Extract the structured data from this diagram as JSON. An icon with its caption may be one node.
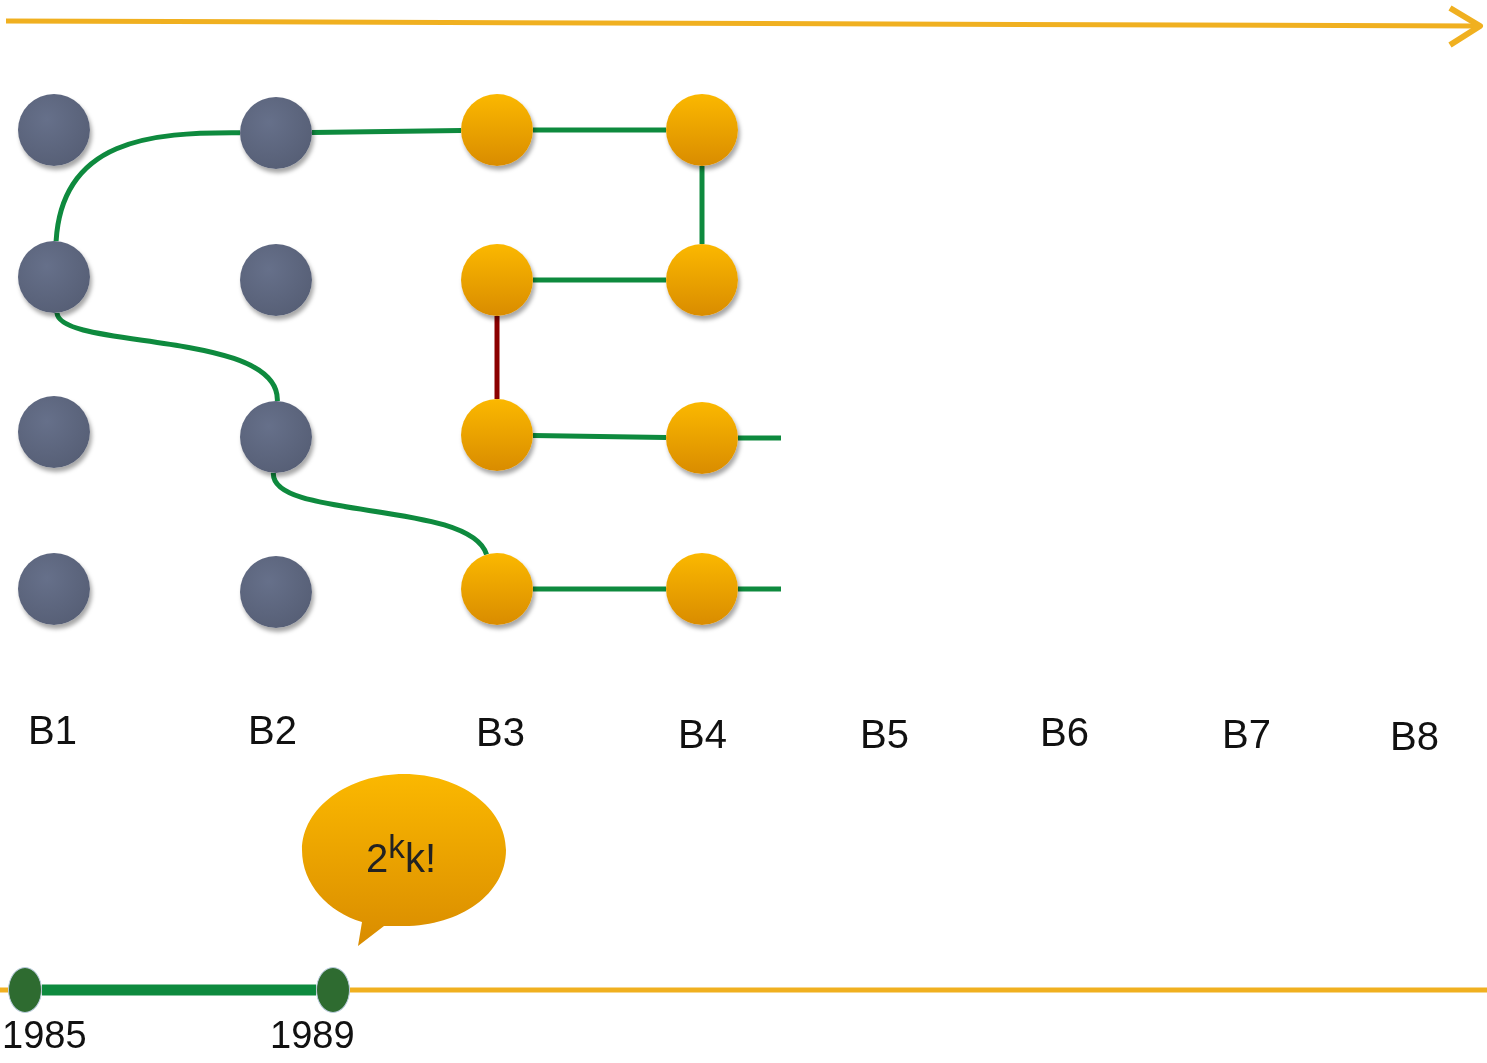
{
  "diagram": {
    "nodes": [
      {
        "text": [],
        "shape": "circle"
      },
      {
        "text": [],
        "shape": "circle"
      },
      {
        "text": [],
        "shape": "circle"
      },
      {
        "text": [],
        "shape": "circle"
      },
      {
        "text": [],
        "shape": "circle"
      },
      {
        "text": [],
        "shape": "circle"
      },
      {
        "text": [],
        "shape": "circle"
      },
      {
        "text": [],
        "shape": "circle"
      },
      {
        "text": [],
        "shape": "circle"
      },
      {
        "text": [],
        "shape": "circle"
      },
      {
        "text": [],
        "shape": "circle"
      },
      {
        "text": [],
        "shape": "circle"
      },
      {
        "text": [],
        "shape": "circle"
      },
      {
        "text": [],
        "shape": "circle"
      },
      {
        "text": [],
        "shape": "circle"
      },
      {
        "text": [],
        "shape": "circle"
      },
      {
        "text": [
          "2$^{k}$k!"
        ]
      },
      {
        "text": [],
        "shape": "circle",
        "beside": [
          "1985"
        ]
      },
      {
        "text": [],
        "shape": "circle",
        "beside": [
          "1989"
        ]
      }
    ],
    "edges": [
      {
        "from": 1,
        "to": 4,
        "arrow": "none"
      },
      {
        "from": 4,
        "to": 8,
        "arrow": "none"
      },
      {
        "from": 8,
        "to": 12,
        "arrow": "none"
      },
      {
        "from": 12,
        "to": 13,
        "arrow": "none"
      },
      {
        "from": 13,
        "to": 9,
        "arrow": "none"
      },
      {
        "from": 9,
        "to": 10,
        "arrow": "none",
        "color": "#8b0000"
      },
      {
        "from": 10,
        "to": 14,
        "arrow": "none"
      },
      {
        "from": 14,
        "to": null,
        "arrow": "none"
      },
      {
        "from": 1,
        "to": 6,
        "arrow": "none"
      },
      {
        "from": 6,
        "to": 11,
        "arrow": "none"
      },
      {
        "from": 11,
        "to": 15,
        "arrow": "none"
      },
      {
        "from": 15,
        "to": null,
        "arrow": "none"
      },
      {
        "from": 17,
        "to": 18,
        "arrow": "none",
        "style": "thick"
      }
    ],
    "labels": [
      "B1",
      "B2",
      "B3",
      "B4",
      "B5",
      "B6",
      "B7",
      "B8"
    ]
  }
}
